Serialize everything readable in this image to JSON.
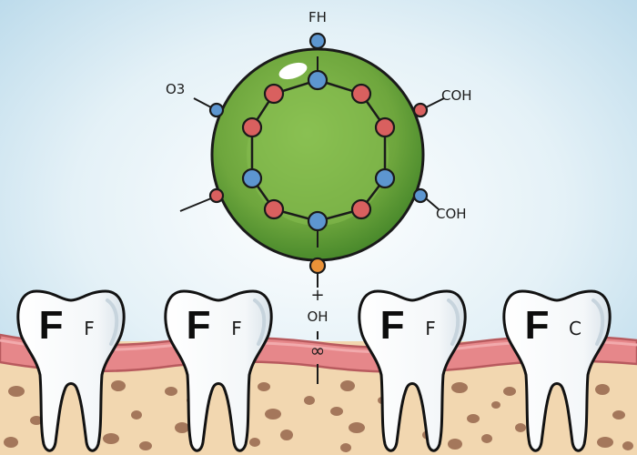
{
  "molecule": {
    "labels": {
      "top": "FH",
      "left": "O3",
      "right_upper": "COH",
      "right_lower": "COH"
    }
  },
  "stem": {
    "plus": "+",
    "oh": "OH",
    "infinity": "∞"
  },
  "teeth": [
    {
      "big": "F",
      "small": "F"
    },
    {
      "big": "F",
      "small": "F"
    },
    {
      "big": "F",
      "small": "F"
    },
    {
      "big": "F",
      "small": "C"
    }
  ],
  "colors": {
    "sky_top": "#bcdcec",
    "sphere": "#6ea63d",
    "sphere_dark": "#3f7a28",
    "atom_blue": "#5d96d0",
    "atom_red": "#d9605f",
    "atom_orange": "#eb9238",
    "gum": "#e6878a",
    "bone": "#f2d7b0",
    "bone_spot": "#9b6d52",
    "tooth": "#ffffff"
  }
}
